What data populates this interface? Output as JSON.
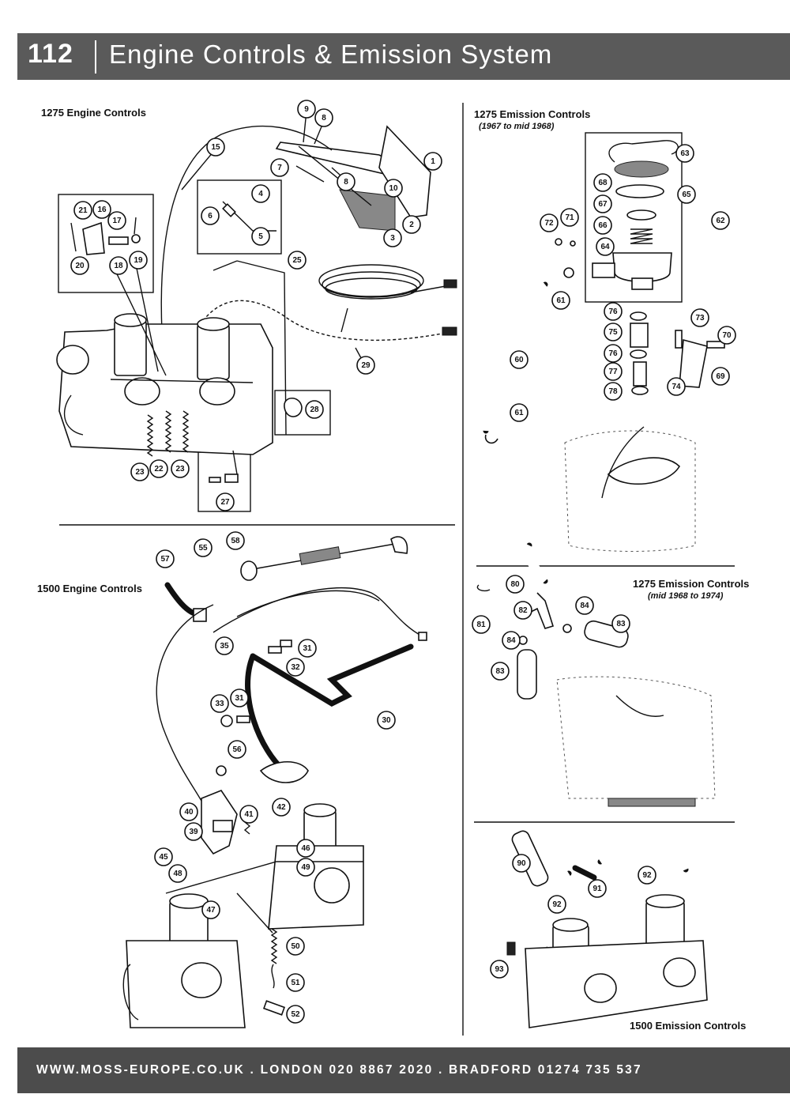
{
  "header": {
    "page_number": "112",
    "title": "Engine Controls & Emission System"
  },
  "sections": {
    "controls_1275": {
      "label": "1275 Engine Controls"
    },
    "emission_1275_early": {
      "label": "1275 Emission Controls",
      "sub": "(1967 to mid 1968)"
    },
    "controls_1500": {
      "label": "1500 Engine Controls"
    },
    "emission_1275_late": {
      "label": "1275 Emission Controls",
      "sub": "(mid 1968 to 1974)"
    },
    "emission_1500": {
      "label": "1500 Emission Controls"
    }
  },
  "footer": {
    "text": "WWW.MOSS-EUROPE.CO.UK . LONDON 020 8867 2020 . BRADFORD 01274 735 537"
  },
  "colors": {
    "header_bg": "#5a5a5a",
    "footer_bg": "#4c4c4c",
    "text_on_dark": "#ffffff"
  },
  "callouts": [
    "1",
    "2",
    "3",
    "4",
    "5",
    "6",
    "7",
    "8",
    "8",
    "9",
    "10",
    "15",
    "16",
    "17",
    "18",
    "19",
    "20",
    "21",
    "22",
    "23",
    "23",
    "25",
    "27",
    "28",
    "29",
    "30",
    "31",
    "31",
    "32",
    "33",
    "35",
    "39",
    "40",
    "41",
    "42",
    "45",
    "46",
    "47",
    "48",
    "49",
    "50",
    "51",
    "52",
    "55",
    "56",
    "57",
    "58",
    "60",
    "61",
    "61",
    "62",
    "63",
    "64",
    "65",
    "66",
    "67",
    "68",
    "69",
    "70",
    "71",
    "72",
    "73",
    "74",
    "75",
    "76",
    "76",
    "77",
    "78",
    "80",
    "81",
    "82",
    "83",
    "83",
    "84",
    "84",
    "90",
    "91",
    "92",
    "92",
    "93"
  ]
}
